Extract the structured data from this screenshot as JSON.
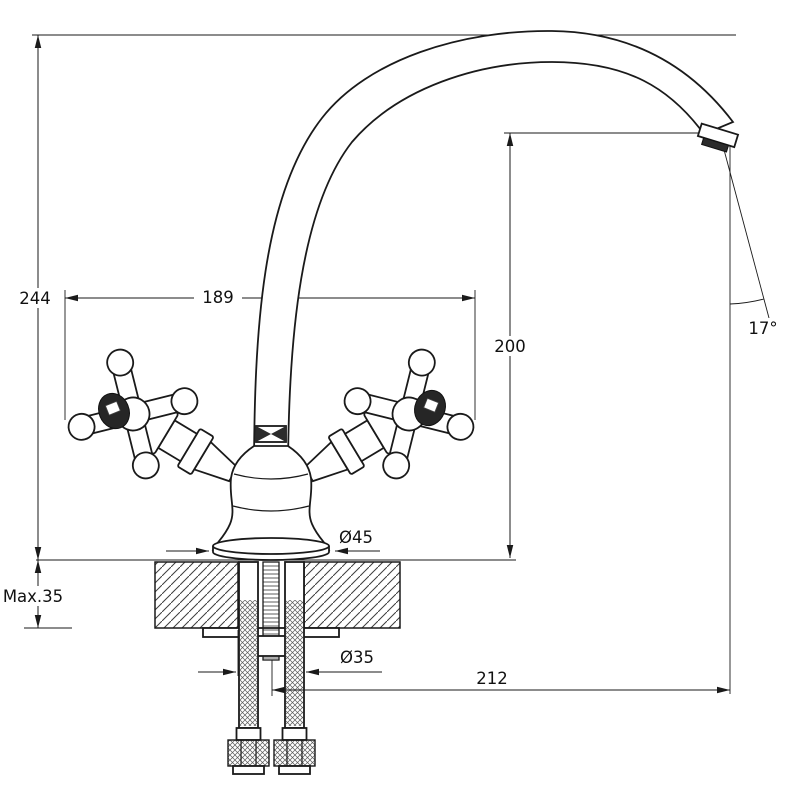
{
  "labels": {
    "total_height": "244",
    "handle_span": "189",
    "outlet_height": "200",
    "outlet_angle": "17°",
    "base_diameter": "Ø45",
    "max_counter_thickness": "Max.35",
    "hole_diameter": "Ø35",
    "outlet_reach": "212"
  },
  "colors": {
    "line": "#1a1a1a",
    "background": "#ffffff",
    "handle_cap": "#262626"
  }
}
